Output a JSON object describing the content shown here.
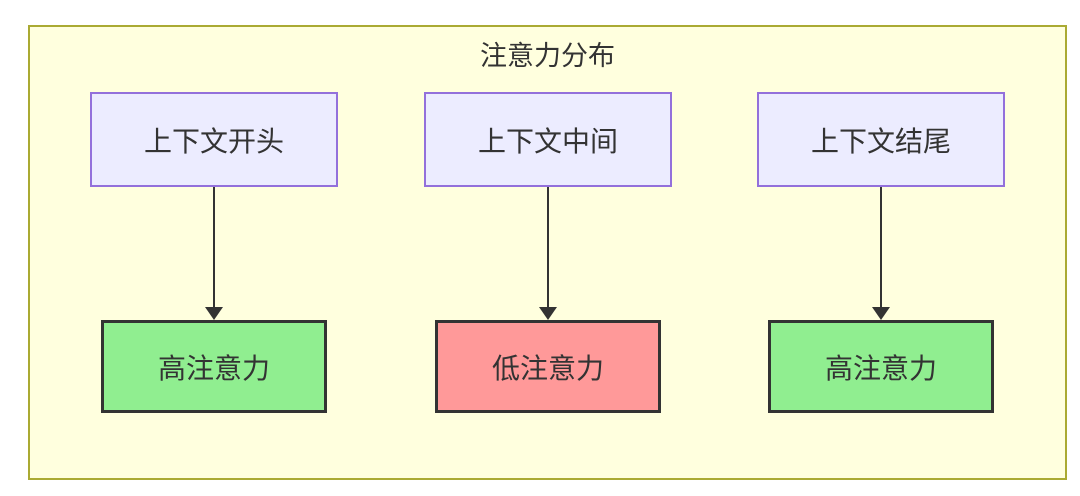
{
  "diagram": {
    "title": "注意力分布",
    "columns": [
      {
        "top_label": "上下文开头",
        "bottom_label": "高注意力",
        "attention": "high"
      },
      {
        "top_label": "上下文中间",
        "bottom_label": "低注意力",
        "attention": "low"
      },
      {
        "top_label": "上下文结尾",
        "bottom_label": "高注意力",
        "attention": "high"
      }
    ],
    "colors": {
      "container_background": "#ffffde",
      "container_border": "#aaaa33",
      "context_node_background": "#ececff",
      "context_node_border": "#9370db",
      "high_attention_background": "#90ee90",
      "low_attention_background": "#ff9999",
      "attention_node_border": "#333333",
      "arrow": "#333333",
      "text": "#333333"
    }
  }
}
